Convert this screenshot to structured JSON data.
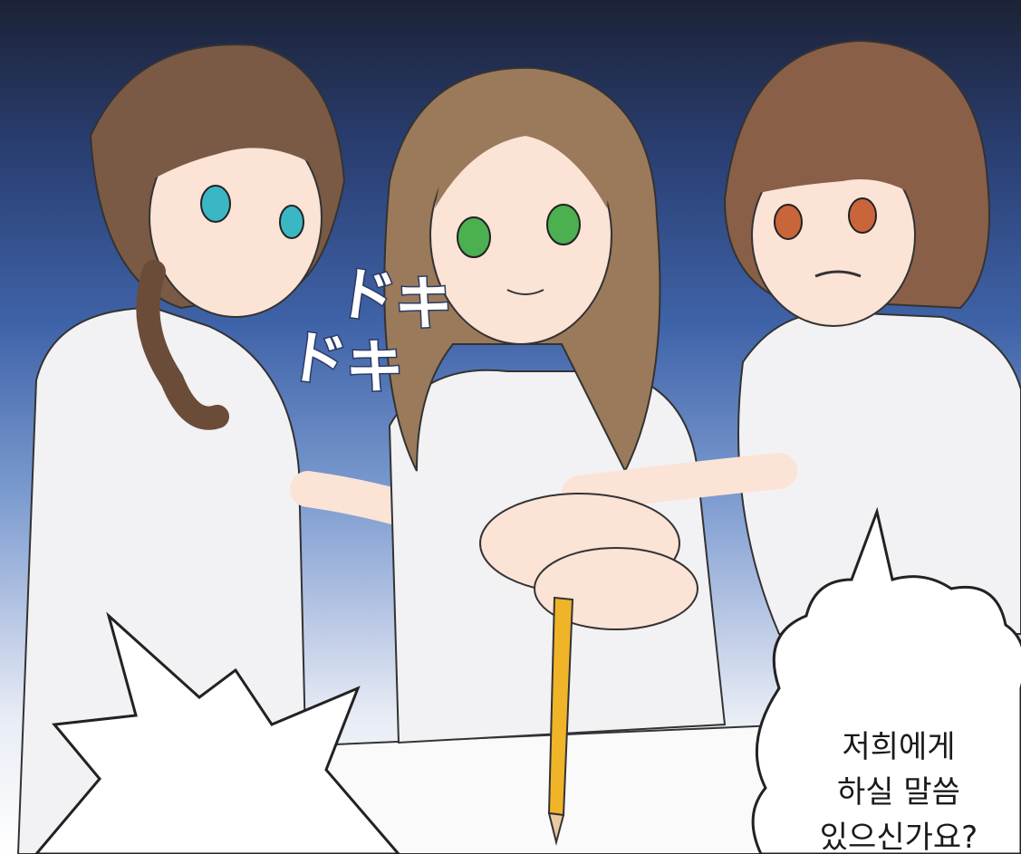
{
  "sfx": {
    "line1": "ドキ",
    "line2": "ドキ"
  },
  "speech": {
    "line1": "저희에게",
    "line2": "하실 말씀",
    "line3": "있으신가요?"
  },
  "colors": {
    "background_top": "#1c2236",
    "background_mid": "#3f63a8",
    "hair_brown": "#7a5a45",
    "hair_light_brown": "#9a7a5a",
    "shirt_white": "#f2f2f4",
    "skin": "#fbe3d6",
    "pencil_yellow": "#f0b429"
  },
  "icons": [
    "braided-girl-figure",
    "long-hair-girl-figure",
    "bob-hair-girl-figure",
    "pencil-icon",
    "paper-sheet"
  ]
}
